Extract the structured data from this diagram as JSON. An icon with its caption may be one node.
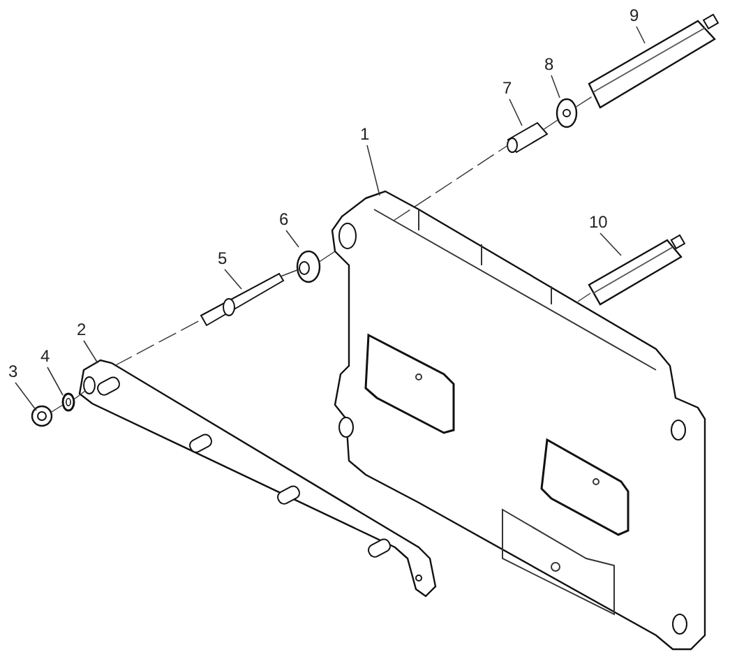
{
  "diagram": {
    "nodes": [
      {
        "text": [
          "1"
        ]
      },
      {
        "text": [
          "2"
        ]
      },
      {
        "text": [
          "3"
        ]
      },
      {
        "text": [
          "4"
        ]
      },
      {
        "text": [
          "5"
        ]
      },
      {
        "text": [
          "6"
        ]
      },
      {
        "text": [
          "7"
        ]
      },
      {
        "text": [
          "8"
        ]
      },
      {
        "text": [
          "9"
        ]
      },
      {
        "text": [
          "10"
        ]
      },
      {
        "text": [],
        "shape": "picture"
      },
      {
        "text": [],
        "shape": "picture"
      },
      {
        "text": [],
        "shape": "picture"
      },
      {
        "text": [],
        "shape": "picture"
      },
      {
        "text": [],
        "shape": "picture"
      },
      {
        "text": [],
        "shape": "picture"
      },
      {
        "text": [],
        "shape": "picture"
      },
      {
        "text": [],
        "shape": "picture"
      },
      {
        "text": [],
        "shape": "picture"
      },
      {
        "text": [],
        "shape": "picture"
      }
    ],
    "edges": [
      {
        "from": 0,
        "to": 10,
        "arrow": "none"
      },
      {
        "from": 1,
        "to": 11,
        "arrow": "none"
      },
      {
        "from": 2,
        "to": 12,
        "arrow": "none"
      },
      {
        "from": 3,
        "to": 13,
        "arrow": "none"
      },
      {
        "from": 4,
        "to": 14,
        "arrow": "none"
      },
      {
        "from": 5,
        "to": 15,
        "arrow": "none"
      },
      {
        "from": 6,
        "to": 16,
        "arrow": "none"
      },
      {
        "from": 7,
        "to": 17,
        "arrow": "none"
      },
      {
        "from": 8,
        "to": 18,
        "arrow": "none"
      },
      {
        "from": 9,
        "to": 19,
        "arrow": "none"
      },
      {
        "from": 12,
        "to": 13,
        "arrow": "none",
        "style": "dashed"
      },
      {
        "from": 13,
        "to": 11,
        "arrow": "none",
        "style": "dashed"
      },
      {
        "from": 11,
        "to": 14,
        "arrow": "none",
        "style": "dashed"
      },
      {
        "from": 14,
        "to": 15,
        "arrow": "none",
        "style": "dashed"
      },
      {
        "from": 15,
        "to": 10,
        "arrow": "none",
        "style": "dashed"
      },
      {
        "from": 10,
        "to": 16,
        "arrow": "none",
        "style": "dashed"
      },
      {
        "from": 16,
        "to": 17,
        "arrow": "none",
        "style": "dashed"
      },
      {
        "from": 17,
        "to": 18,
        "arrow": "none",
        "style": "dashed"
      },
      {
        "from": 19,
        "to": 10,
        "arrow": "none",
        "style": "dashed"
      }
    ]
  }
}
